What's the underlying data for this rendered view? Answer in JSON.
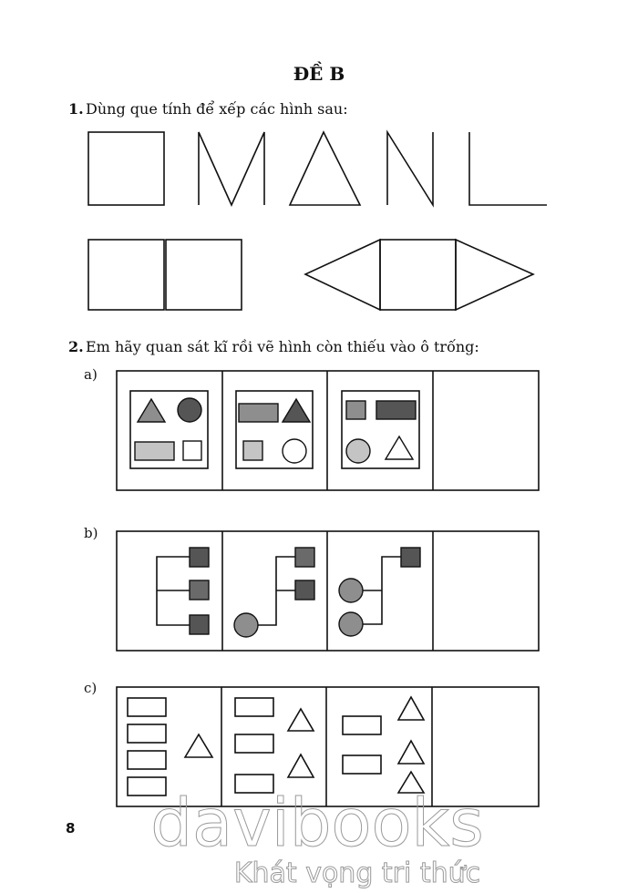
{
  "page": {
    "title": "ĐỀ B",
    "page_number": "8"
  },
  "exercise1": {
    "number": "1.",
    "instruction": "Dùng que tính để xếp các hình sau:"
  },
  "exercise2": {
    "number": "2.",
    "instruction": "Em hãy quan sát kĩ rồi vẽ hình còn thiếu vào ô trống:",
    "parts": [
      {
        "label": "a)"
      },
      {
        "label": "b)"
      },
      {
        "label": "c)"
      }
    ]
  },
  "watermark": {
    "brand": "davibooks",
    "slogan": "Khát vọng tri thức"
  },
  "colors": {
    "light_gray": "#c4c4c4",
    "mid_gray": "#8e8e8e",
    "dark_gray": "#555555"
  }
}
